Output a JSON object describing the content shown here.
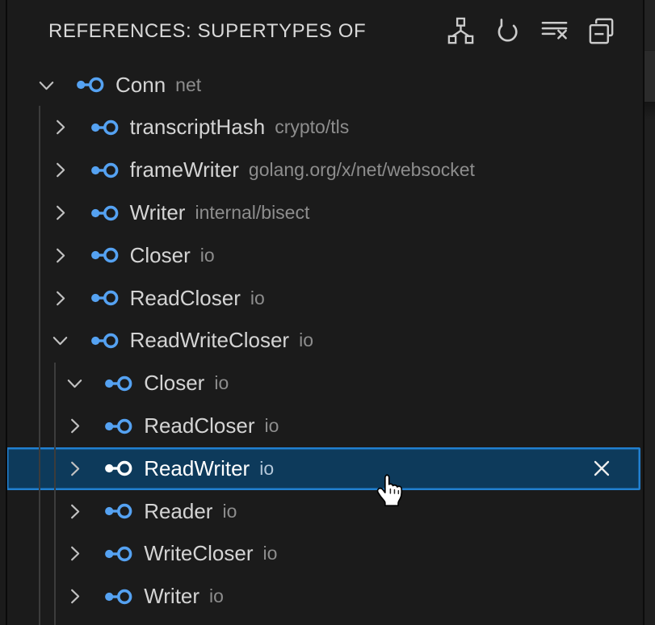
{
  "header": {
    "title": "REFERENCES: SUPERTYPES OF",
    "actions": [
      {
        "name": "show-type-hierarchy",
        "icon": "type-hierarchy"
      },
      {
        "name": "refresh",
        "icon": "refresh"
      },
      {
        "name": "clear-all",
        "icon": "clear-all"
      },
      {
        "name": "collapse-all",
        "icon": "collapse-all"
      }
    ]
  },
  "tree": {
    "rows": [
      {
        "name": "Conn",
        "detail": "net",
        "depth": 0,
        "state": "expanded",
        "selected": false,
        "close_icon": false
      },
      {
        "name": "transcriptHash",
        "detail": "crypto/tls",
        "depth": 1,
        "state": "collapsed",
        "selected": false,
        "close_icon": false
      },
      {
        "name": "frameWriter",
        "detail": "golang.org/x/net/websocket",
        "depth": 1,
        "state": "collapsed",
        "selected": false,
        "close_icon": false
      },
      {
        "name": "Writer",
        "detail": "internal/bisect",
        "depth": 1,
        "state": "collapsed",
        "selected": false,
        "close_icon": false
      },
      {
        "name": "Closer",
        "detail": "io",
        "depth": 1,
        "state": "collapsed",
        "selected": false,
        "close_icon": false
      },
      {
        "name": "ReadCloser",
        "detail": "io",
        "depth": 1,
        "state": "collapsed",
        "selected": false,
        "close_icon": false
      },
      {
        "name": "ReadWriteCloser",
        "detail": "io",
        "depth": 1,
        "state": "expanded",
        "selected": false,
        "close_icon": false
      },
      {
        "name": "Closer",
        "detail": "io",
        "depth": 2,
        "state": "expanded",
        "selected": false,
        "close_icon": false
      },
      {
        "name": "ReadCloser",
        "detail": "io",
        "depth": 2,
        "state": "collapsed",
        "selected": false,
        "close_icon": false
      },
      {
        "name": "ReadWriter",
        "detail": "io",
        "depth": 2,
        "state": "collapsed",
        "selected": true,
        "close_icon": true
      },
      {
        "name": "Reader",
        "detail": "io",
        "depth": 2,
        "state": "collapsed",
        "selected": false,
        "close_icon": false
      },
      {
        "name": "WriteCloser",
        "detail": "io",
        "depth": 2,
        "state": "collapsed",
        "selected": false,
        "close_icon": false
      },
      {
        "name": "Writer",
        "detail": "io",
        "depth": 2,
        "state": "collapsed",
        "selected": false,
        "close_icon": false
      }
    ],
    "symbol_icon": "symbol-interface-icon",
    "remove_icon": "close-icon"
  },
  "cursor": {
    "icon": "hand-pointer-cursor"
  },
  "colors": {
    "panel_bg": "#1b1b1b",
    "selection_bg": "#0d3a5b",
    "selection_border": "#2180d0",
    "interface_icon_blue": "#55a2f2",
    "label_text": "#d4d4d4",
    "detail_text": "#8d8d8d"
  }
}
